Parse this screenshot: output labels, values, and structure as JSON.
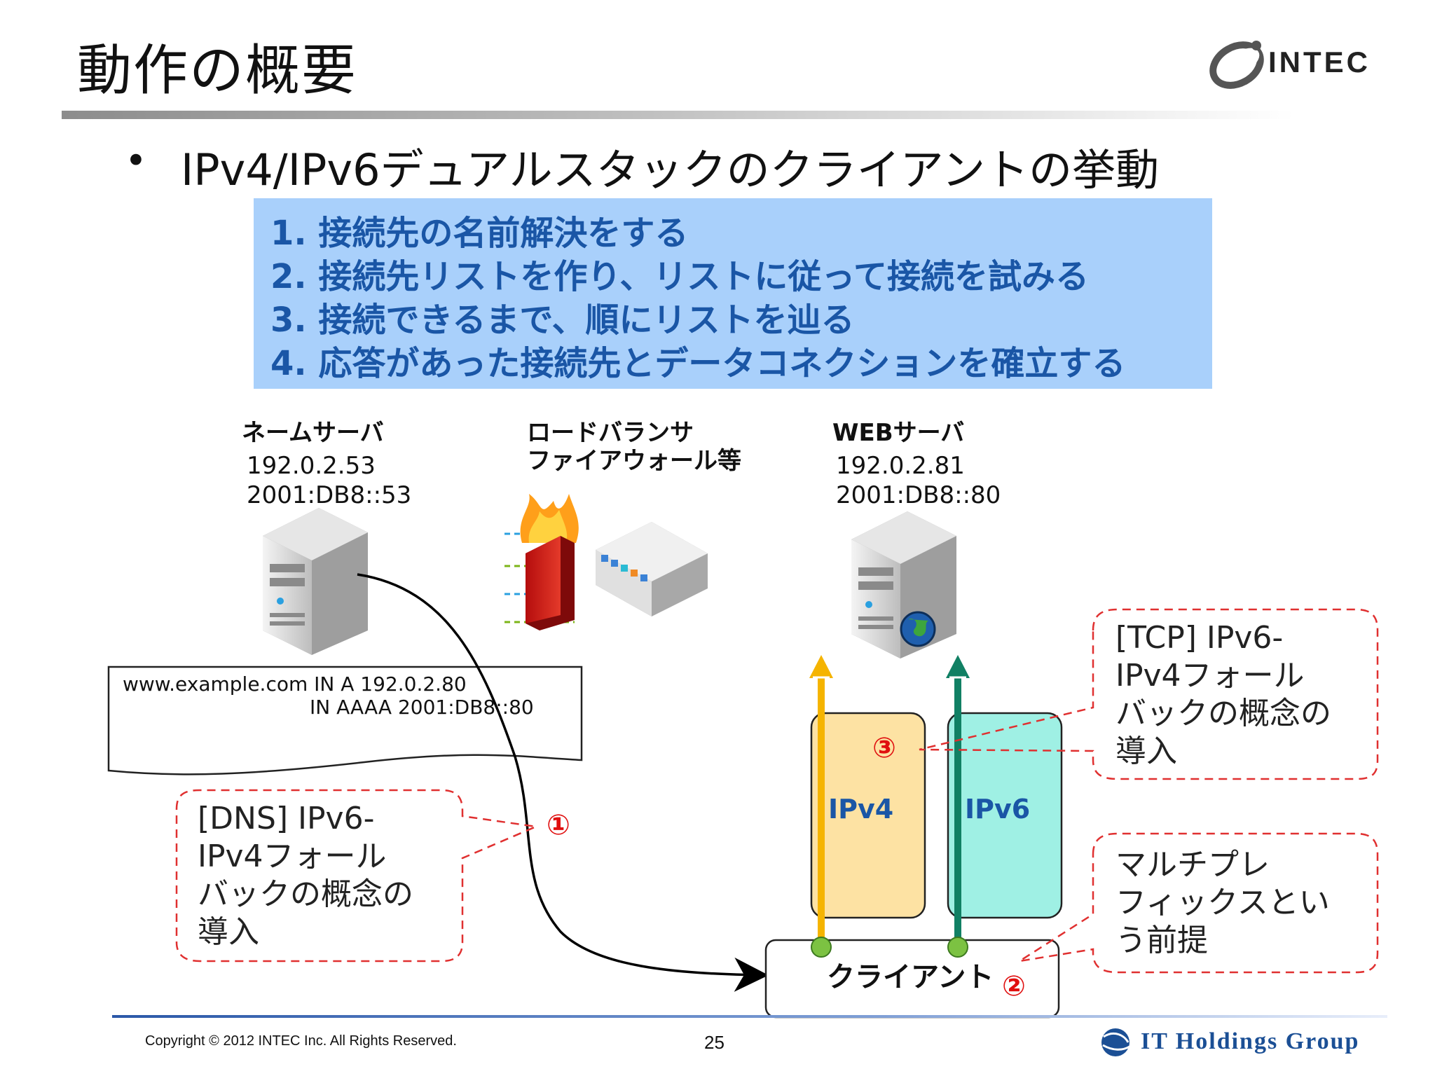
{
  "slide": {
    "title": "動作の概要",
    "bullet": "IPv4/IPv6デュアルスタックのクライアントの挙動",
    "steps": [
      "1. 接続先の名前解決をする",
      "2. 接続先リストを作り、リストに従って接続を試みる",
      "3. 接続できるまで、順にリストを辿る",
      "4. 応答があった接続先とデータコネクションを確立する"
    ]
  },
  "brand": {
    "logo_text": "INTEC",
    "footer_logo_text": "IT Holdings Group"
  },
  "diagram": {
    "name_server": {
      "label": "ネームサーバ",
      "ipv4": "192.0.2.53",
      "ipv6": "2001:DB8::53"
    },
    "load_balancer": {
      "label_line1": "ロードバランサ",
      "label_line2": "ファイアウォール等"
    },
    "web_server": {
      "label": "WEBサーバ",
      "ipv4": "192.0.2.81",
      "ipv6": "2001:DB8::80"
    },
    "dns_record": {
      "line1": "www.example.com IN A 192.0.2.80",
      "line2": "IN AAAA 2001:DB8::80"
    },
    "callout_dns": [
      "[DNS] IPv6-",
      "IPv4フォール",
      "バックの概念の",
      "導入"
    ],
    "callout_tcp": [
      "[TCP] IPv6-",
      "IPv4フォール",
      "バックの概念の",
      "導入"
    ],
    "callout_multiprefix": [
      "マルチプレ",
      "フィックスとい",
      "う前提"
    ],
    "markers": {
      "one": "①",
      "two": "②",
      "three": "③"
    },
    "stack_ipv4": "IPv4",
    "stack_ipv6": "IPv6",
    "client_label": "クライアント",
    "colors": {
      "ipv4_fill": "#fde2a3",
      "ipv6_fill": "#9ff0e4",
      "ipv4_arrow": "#f5b400",
      "ipv6_arrow": "#118064",
      "callout_border": "#e03030",
      "marker": "#e01010"
    }
  },
  "footer": {
    "copyright": "Copyright © 2012 INTEC Inc. All Rights Reserved.",
    "page_number": "25"
  }
}
